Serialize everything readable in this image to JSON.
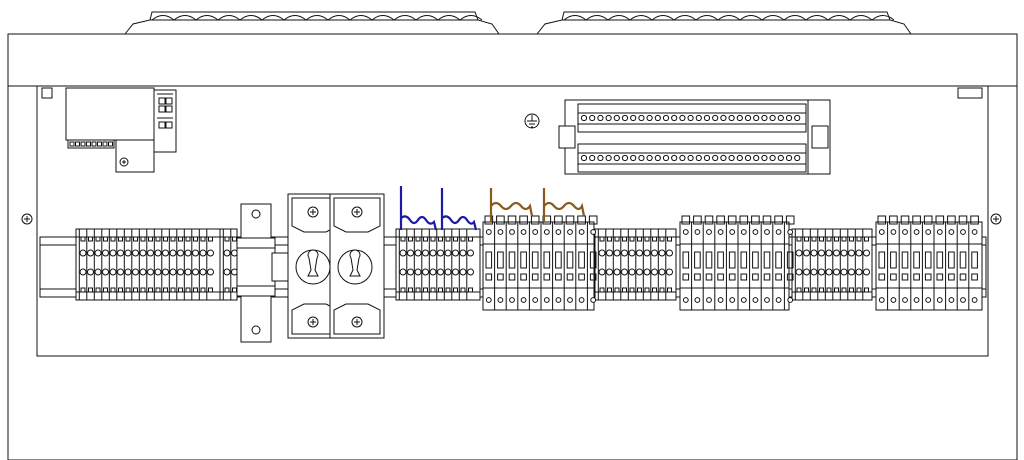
{
  "drawing": {
    "title": "",
    "colors": {
      "line": "#111111",
      "background": "#ffffff",
      "wire_blue": "#1a1aa6",
      "wire_brown": "#8a5a1c"
    },
    "components": {
      "top_vents": 2,
      "ground_symbol": "earth-ground-icon",
      "terminal_blocks": 6,
      "isolator_switches": 2,
      "breaker_groups": 3,
      "blue_wires": 2,
      "brown_wires": 2
    }
  }
}
